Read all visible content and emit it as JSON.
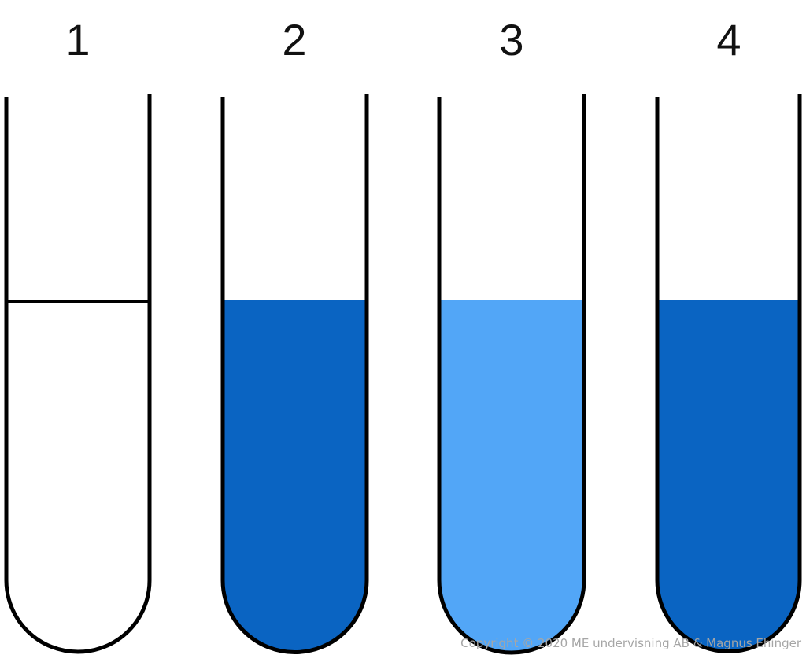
{
  "tubes": [
    {
      "label": "1",
      "liquid_color": "#ffffff",
      "has_meniscus_line": true
    },
    {
      "label": "2",
      "liquid_color": "#0a64c2",
      "has_meniscus_line": false
    },
    {
      "label": "3",
      "liquid_color": "#52a6f7",
      "has_meniscus_line": false
    },
    {
      "label": "4",
      "liquid_color": "#0a64c2",
      "has_meniscus_line": false
    }
  ],
  "outline_color": "#000000",
  "copyright": "Copyright © 2020 ME undervisning AB & Magnus Ehinger"
}
